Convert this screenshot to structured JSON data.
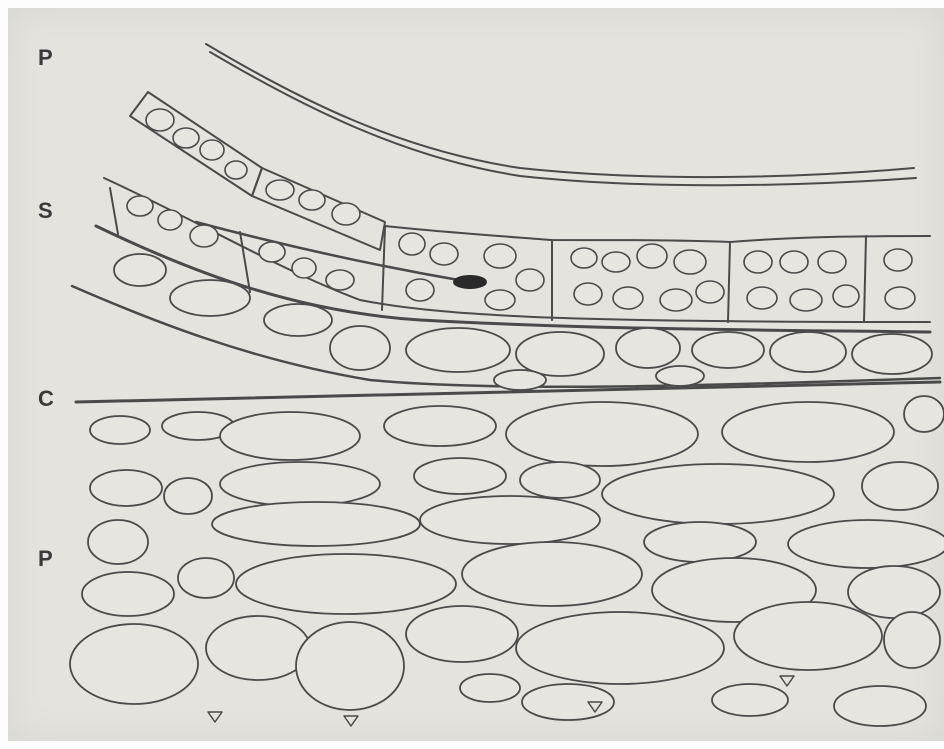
{
  "labels": {
    "p_top": "P",
    "s": "S",
    "c": "C",
    "p_bottom": "P"
  },
  "colors": {
    "background": "#e4e3dd",
    "line": "#4a4a4a",
    "cell_fill": "#e6e5df",
    "wall_fill": "#b9b8b2"
  }
}
